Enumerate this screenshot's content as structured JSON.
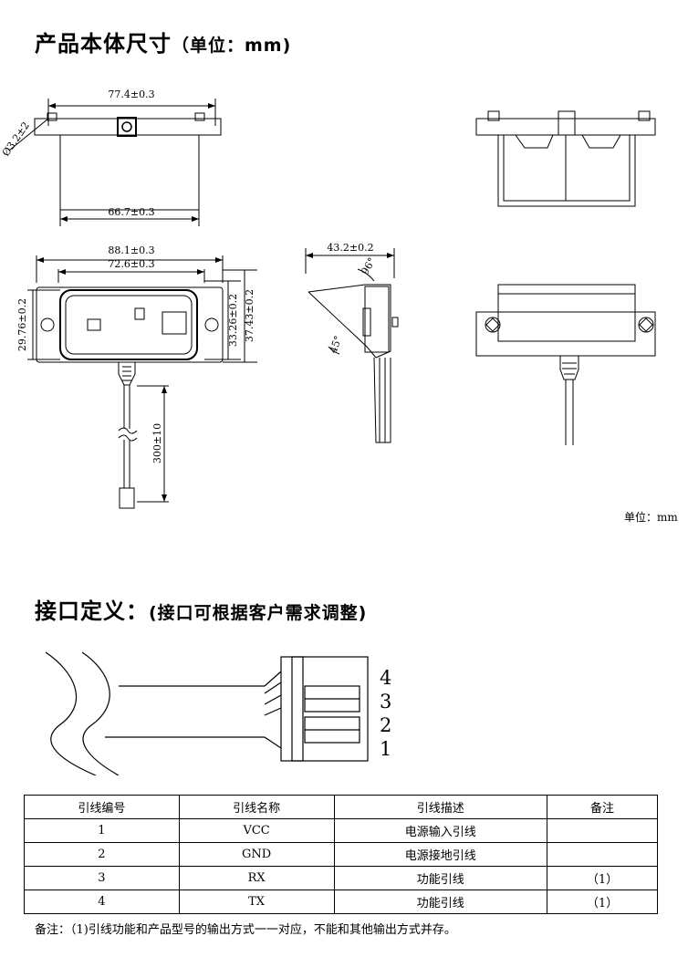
{
  "section1": {
    "title": "产品本体尺寸",
    "subtitle": "（单位：mm)"
  },
  "unit_label": "单位：mm",
  "dims": {
    "top_width": "77.4±0.3",
    "hole_dia": "Ø3.2±2",
    "bottom_width": "66.7±0.3",
    "overall_width": "88.1±0.3",
    "inner_width": "72.6±0.3",
    "height_left": "29.76±0.2",
    "height_right1": "33.26±0.2",
    "height_right2": "37.43±0.2",
    "cable_length": "300±10",
    "side_depth": "43.2±0.2",
    "angle_96": "96°",
    "angle_45": "45°"
  },
  "section2": {
    "title": "接口定义：",
    "subtitle": "(接口可根据客户需求调整)"
  },
  "pin_numbers": [
    "4",
    "3",
    "2",
    "1"
  ],
  "table": {
    "headers": [
      "引线编号",
      "引线名称",
      "引线描述",
      "备注"
    ],
    "rows": [
      {
        "no": "1",
        "name": "VCC",
        "desc": "电源输入引线",
        "remark": ""
      },
      {
        "no": "2",
        "name": "GND",
        "desc": "电源接地引线",
        "remark": ""
      },
      {
        "no": "3",
        "name": "RX",
        "desc": "功能引线",
        "remark": "（1）"
      },
      {
        "no": "4",
        "name": "TX",
        "desc": "功能引线",
        "remark": "（1）"
      }
    ]
  },
  "footnote": "备注：（1)引线功能和产品型号的输出方式一一对应，不能和其他输出方式并存。"
}
